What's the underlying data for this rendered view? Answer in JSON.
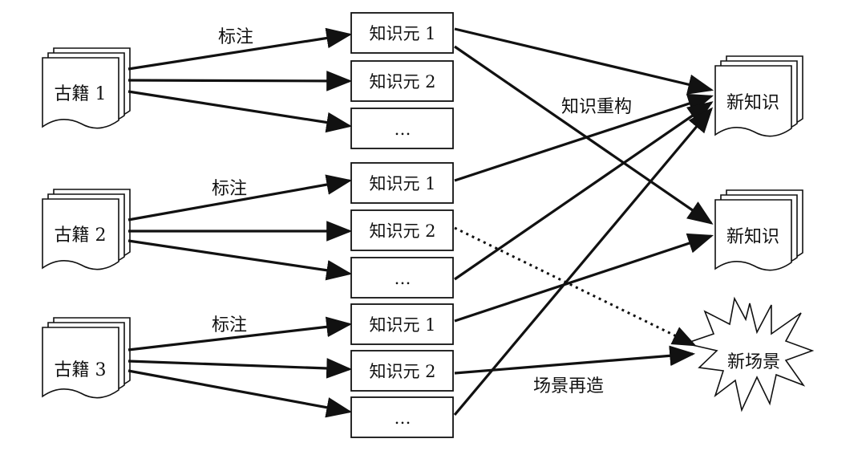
{
  "sources": [
    {
      "label": "古籍 1"
    },
    {
      "label": "古籍 2"
    },
    {
      "label": "古籍 3"
    }
  ],
  "knowledge_units": [
    {
      "label": "知识元 1"
    },
    {
      "label": "知识元 2"
    },
    {
      "label": "…"
    },
    {
      "label": "知识元 1"
    },
    {
      "label": "知识元 2"
    },
    {
      "label": "…"
    },
    {
      "label": "知识元 1"
    },
    {
      "label": "知识元 2"
    },
    {
      "label": "…"
    }
  ],
  "annotate_labels": [
    "标注",
    "标注",
    "标注"
  ],
  "outputs": [
    {
      "label": "新知识"
    },
    {
      "label": "新知识"
    }
  ],
  "scene": {
    "label": "新场景"
  },
  "edge_labels": {
    "reconstruct": "知识重构",
    "recreate": "场景再造"
  }
}
